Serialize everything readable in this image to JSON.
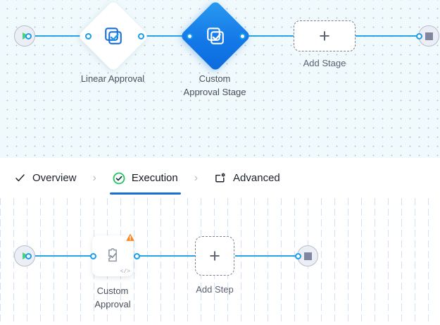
{
  "stage_flow": {
    "name": "stage-level-approval-flow",
    "start_node": {
      "icon": "play-icon",
      "label": ""
    },
    "end_node": {
      "icon": "stop-icon",
      "label": ""
    },
    "nodes": [
      {
        "id": "linear-approval",
        "label": "Linear Approval",
        "icon": "approval-diamond-icon",
        "selected": false
      },
      {
        "id": "custom-approval-stage",
        "label": "Custom\nApproval Stage",
        "icon": "approval-diamond-icon",
        "selected": true
      }
    ],
    "add_button": {
      "label": "Add Stage",
      "icon": "plus-icon"
    }
  },
  "tabs": {
    "items": [
      {
        "id": "overview",
        "label": "Overview",
        "icon": "check-icon",
        "active": false
      },
      {
        "id": "execution",
        "label": "Execution",
        "icon": "check-circle-icon",
        "active": true
      },
      {
        "id": "advanced",
        "label": "Advanced",
        "icon": "settings-card-icon",
        "active": false
      }
    ],
    "separator": "›"
  },
  "step_flow": {
    "name": "step-level-execution-flow",
    "start_node": {
      "icon": "play-icon",
      "label": ""
    },
    "end_node": {
      "icon": "stop-icon",
      "label": ""
    },
    "nodes": [
      {
        "id": "custom-approval",
        "label": "Custom\nApproval",
        "icon": "plugin-check-icon",
        "badge_icon": "warning-icon",
        "corner_icon": "code-icon",
        "corner_text": "</>"
      }
    ],
    "add_button": {
      "label": "Add Step",
      "icon": "plus-icon"
    }
  },
  "colors": {
    "edge": "#29a3e8",
    "port": "#1a9cec",
    "selected_node": "#1479e8",
    "warning": "#f5871f",
    "success": "#22c55e",
    "tab_active_underline": "#1a6fd4",
    "start_marker": "#4cd07d",
    "stop_marker": "#8086a0",
    "stage_canvas_bg": "#f0fafc",
    "step_canvas_bg": "#ffffff"
  }
}
